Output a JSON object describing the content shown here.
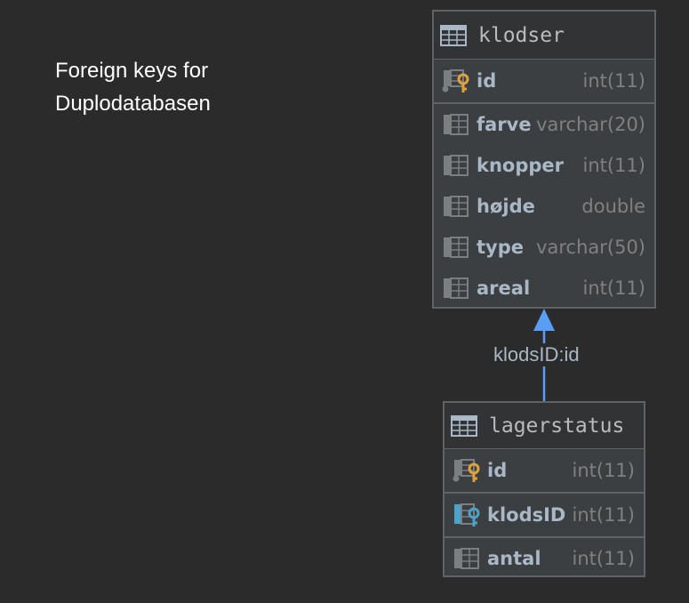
{
  "caption": {
    "line1": "Foreign keys for",
    "line2": "Duplodatabasen"
  },
  "colors": {
    "background": "#2b2b2b",
    "table_bg": "#3c3f41",
    "border": "#5e6366",
    "column_name": "#a9b7c6",
    "column_type": "#808080",
    "primary_key": "#e0a23a",
    "foreign_key": "#4aa3c8",
    "connector": "#589df6"
  },
  "tables": [
    {
      "name": "klodser",
      "icon": "table-icon",
      "columns": [
        {
          "name": "id",
          "type": "int(11)",
          "kind": "primary-key",
          "icon": "primary-key-column-icon"
        },
        {
          "name": "farve",
          "type": "varchar(20)",
          "kind": "column",
          "icon": "column-icon"
        },
        {
          "name": "knopper",
          "type": "int(11)",
          "kind": "column",
          "icon": "column-icon"
        },
        {
          "name": "højde",
          "type": "double",
          "kind": "column",
          "icon": "column-icon"
        },
        {
          "name": "type",
          "type": "varchar(50)",
          "kind": "column",
          "icon": "column-icon"
        },
        {
          "name": "areal",
          "type": "int(11)",
          "kind": "column",
          "icon": "column-icon"
        }
      ]
    },
    {
      "name": "lagerstatus",
      "icon": "table-icon",
      "columns": [
        {
          "name": "id",
          "type": "int(11)",
          "kind": "primary-key",
          "icon": "primary-key-column-icon"
        },
        {
          "name": "klodsID",
          "type": "int(11)",
          "kind": "foreign-key",
          "icon": "foreign-key-column-icon"
        },
        {
          "name": "antal",
          "type": "int(11)",
          "kind": "column",
          "icon": "column-icon"
        }
      ]
    }
  ],
  "relations": [
    {
      "from_table": "lagerstatus",
      "to_table": "klodser",
      "label": "klodsID:id"
    }
  ]
}
